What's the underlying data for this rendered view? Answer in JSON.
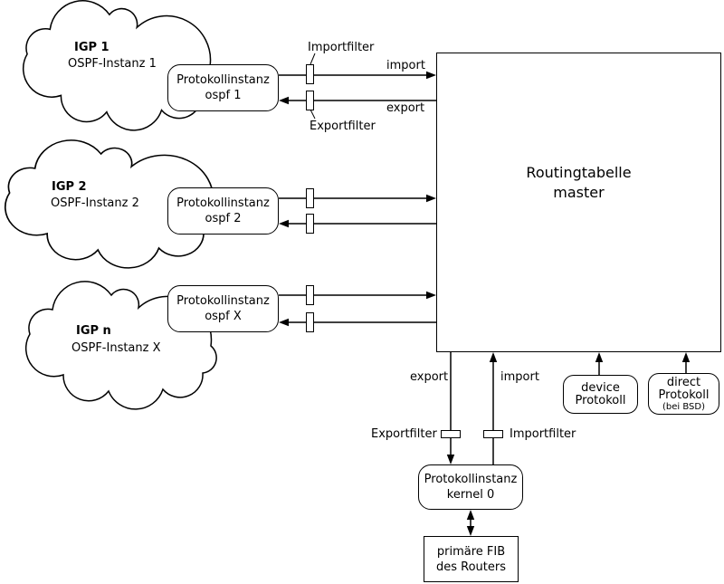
{
  "diagram": {
    "colors": {
      "stroke": "#000000",
      "background": "#ffffff"
    },
    "clouds": [
      {
        "name": "IGP 1",
        "subtitle": "OSPF-Instanz 1"
      },
      {
        "name": "IGP 2",
        "subtitle": "OSPF-Instanz 2"
      },
      {
        "name": "IGP n",
        "subtitle": "OSPF-Instanz X"
      }
    ],
    "protocol_instances": [
      {
        "line1": "Protokollinstanz",
        "line2": "ospf 1"
      },
      {
        "line1": "Protokollinstanz",
        "line2": "ospf 2"
      },
      {
        "line1": "Protokollinstanz",
        "line2": "ospf X"
      }
    ],
    "routing_table": {
      "line1": "Routingtabelle",
      "line2": "master"
    },
    "filters": {
      "import_top": "Importfilter",
      "export_top": "Exportfilter",
      "export_bottom": "Exportfilter",
      "import_bottom": "Importfilter"
    },
    "flows": {
      "import_top": "import",
      "export_top": "export",
      "export_bottom": "export",
      "import_bottom": "import"
    },
    "kernel_instance": {
      "line1": "Protokollinstanz",
      "line2": "kernel 0"
    },
    "fib": {
      "line1": "primäre FIB",
      "line2": "des Routers"
    },
    "device_protocol": {
      "line1": "device",
      "line2": "Protokoll"
    },
    "direct_protocol": {
      "line1": "direct",
      "line2": "Protokoll",
      "note": "(bei BSD)"
    }
  }
}
